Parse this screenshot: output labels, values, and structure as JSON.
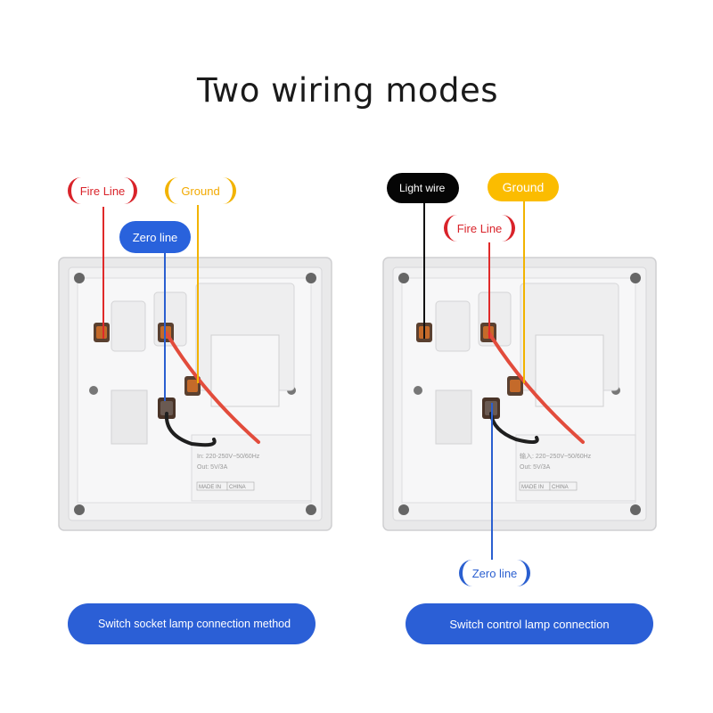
{
  "title": "Two wiring modes",
  "left": {
    "fire_label": "Fire Line",
    "ground_label": "Ground",
    "zero_label": "Zero line",
    "caption": "Switch socket lamp connection method",
    "spec_input": "In: 220-250V~50/60Hz",
    "spec_out": "Out: 5V/3A",
    "made_in": "MADE IN",
    "made_country": "CHINA"
  },
  "right": {
    "light_label": "Light wire",
    "ground_label": "Ground",
    "fire_label": "Fire Line",
    "zero_label": "Zero line",
    "caption": "Switch control lamp connection",
    "spec_input": "输入: 220~250V~50/60Hz",
    "spec_out": "Out: 5V/3A",
    "made_in": "MADE IN",
    "made_country": "CHINA"
  },
  "colors": {
    "fire": "#e02a2a",
    "ground": "#f2b300",
    "zero": "#2a5fd0",
    "light": "#111111",
    "caption_bg": "#2b5fd6"
  }
}
